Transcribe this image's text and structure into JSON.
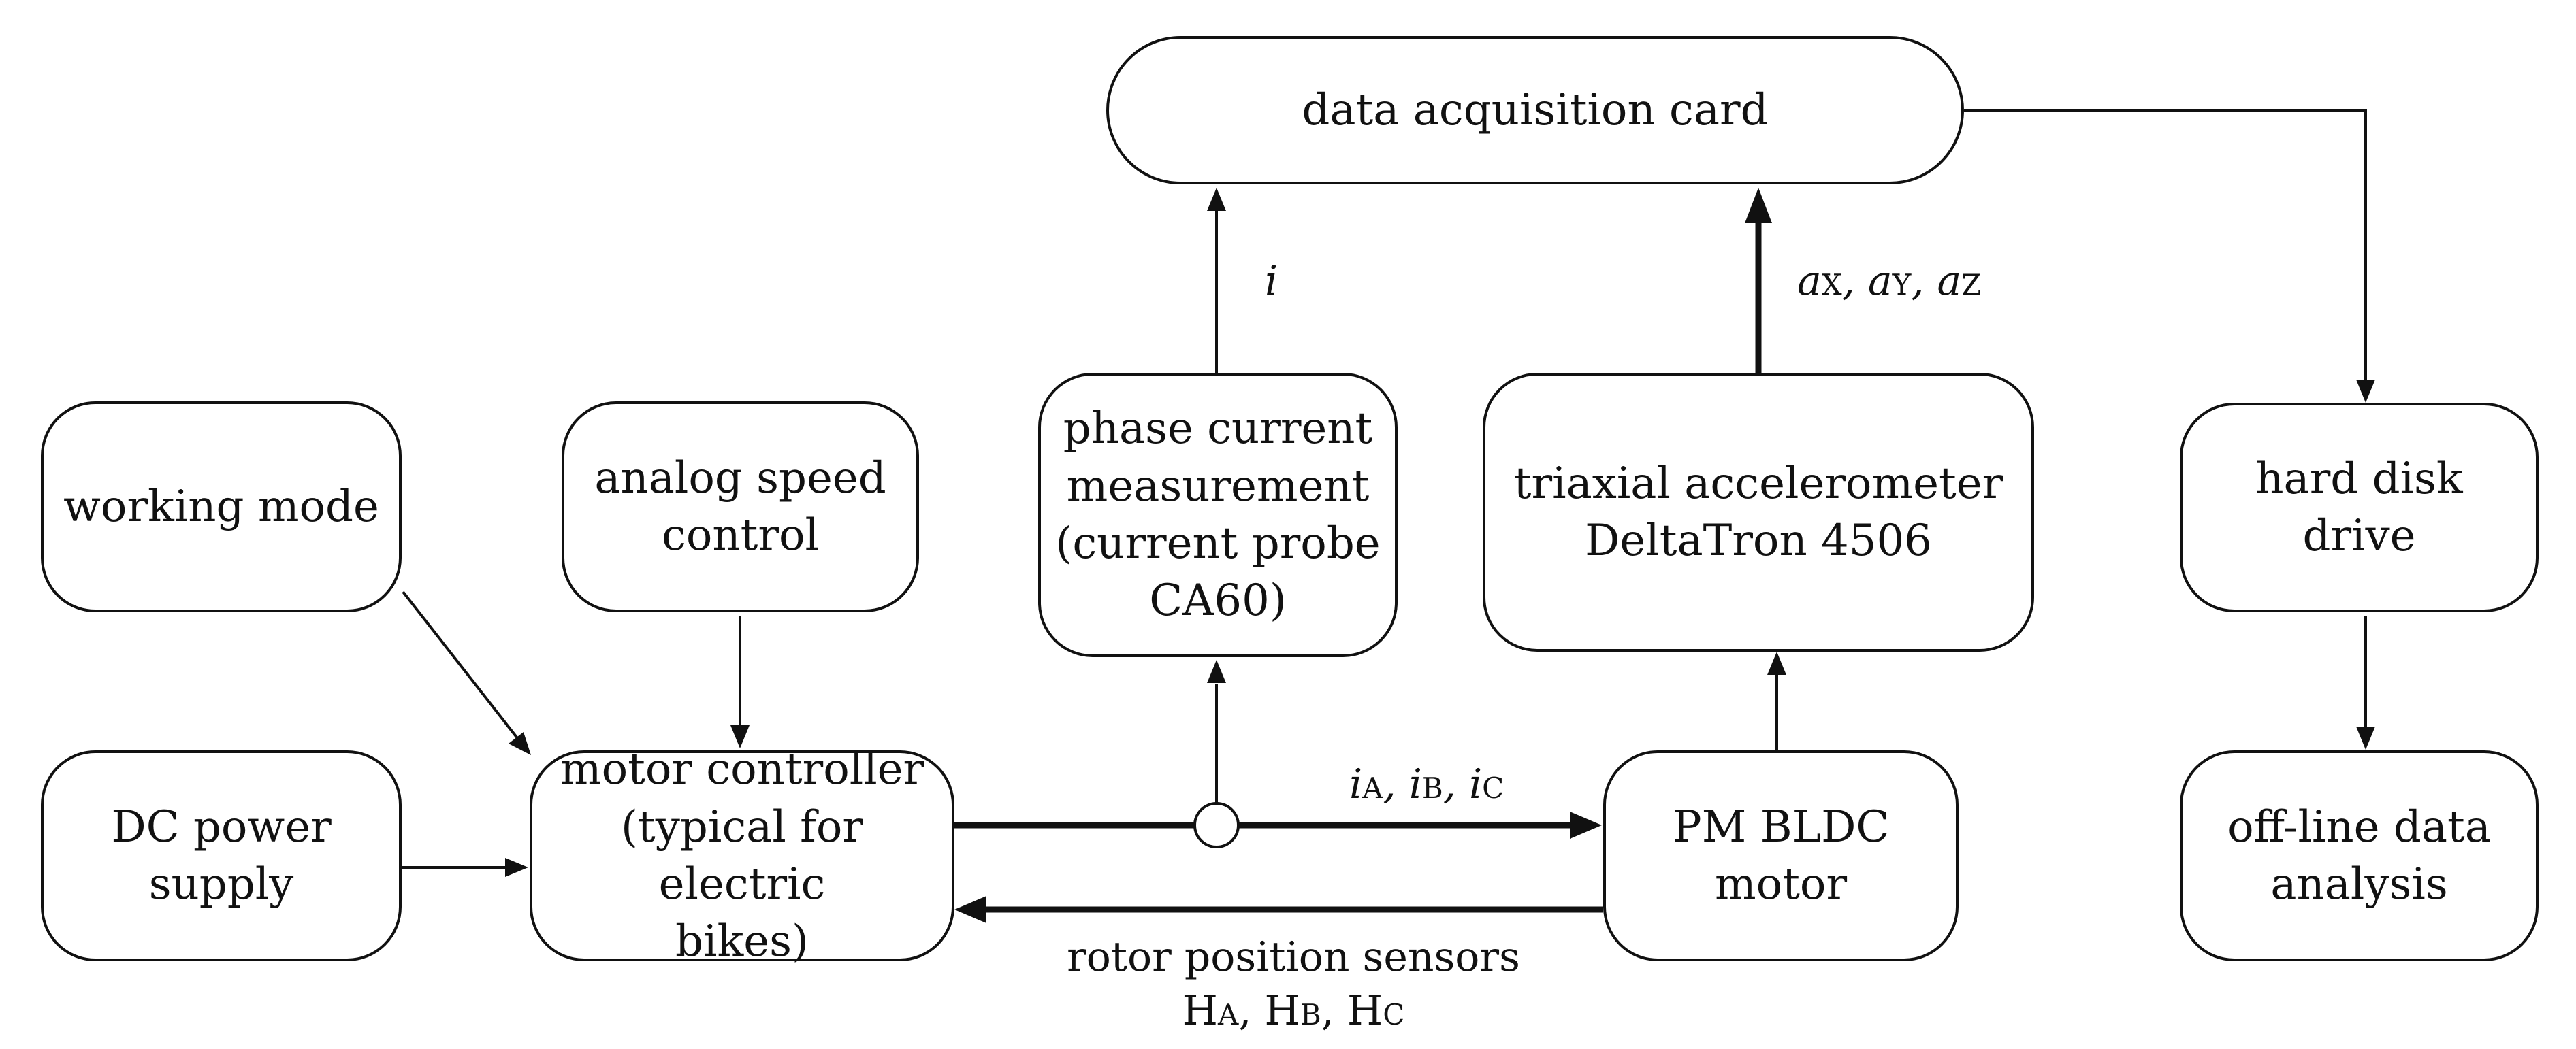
{
  "boxes": {
    "daq": "data acquisition card",
    "working_mode": "working mode",
    "speed_control": "analog speed\ncontrol",
    "phase_current": "phase current\nmeasurement\n(current probe\nCA60)",
    "accelerometer": "triaxial accelerometer\nDeltaTron 4506",
    "hdd": "hard disk drive",
    "dc_power": "DC power\nsupply",
    "motor_controller": "motor controller\n(typical for electric\nbikes)",
    "motor": "PM BLDC\nmotor",
    "analysis": "off-line data\nanalysis"
  },
  "labels": {
    "current_i": "i",
    "accel": {
      "a1": "a",
      "s1": "X",
      "a2": "a",
      "s2": "Y",
      "a3": "a",
      "s3": "Z",
      "sep": ", "
    },
    "phase": {
      "i1": "i",
      "s1": "A",
      "i2": "i",
      "s2": "B",
      "i3": "i",
      "s3": "C",
      "sep": ", "
    },
    "rotor_line1": "rotor position sensors",
    "rotor": {
      "h1": "H",
      "s1": "A",
      "h2": "H",
      "s2": "B",
      "h3": "H",
      "s3": "C",
      "sep": ", "
    }
  }
}
